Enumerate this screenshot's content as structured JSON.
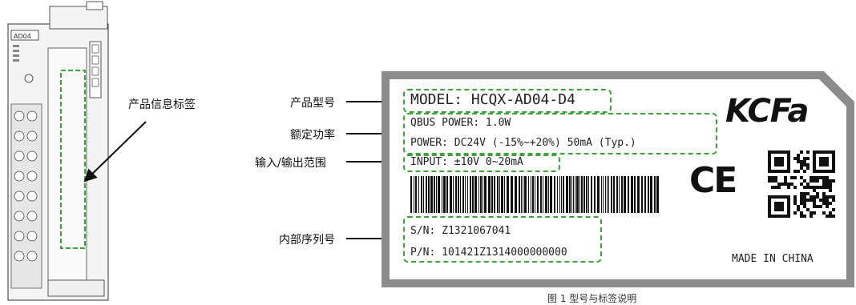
{
  "callouts": {
    "product_label": "产品信息标签",
    "model": "产品型号",
    "rating": "额定功率",
    "io_range": "输入/输出范围",
    "serial": "内部序列号"
  },
  "device": {
    "model_tag": "AD04"
  },
  "label": {
    "model": "MODEL: HCQX-AD04-D4",
    "qbus_power": "QBUS POWER: 1.0W",
    "power": "POWER: DC24V (-15%~+20%) 50mA (Typ.)",
    "input": "INPUT: ±10V 0~20mA",
    "sn": "S/N: Z1321067041",
    "pn": "P/N: 101421Z1314000000000",
    "made_in": "MADE IN CHINA",
    "brand": "KCFa",
    "ce_mark": "CE"
  },
  "caption": "图 1 型号与标签说明",
  "colors": {
    "highlight": "#3aa63a",
    "card_border": "#8c8c8c"
  }
}
